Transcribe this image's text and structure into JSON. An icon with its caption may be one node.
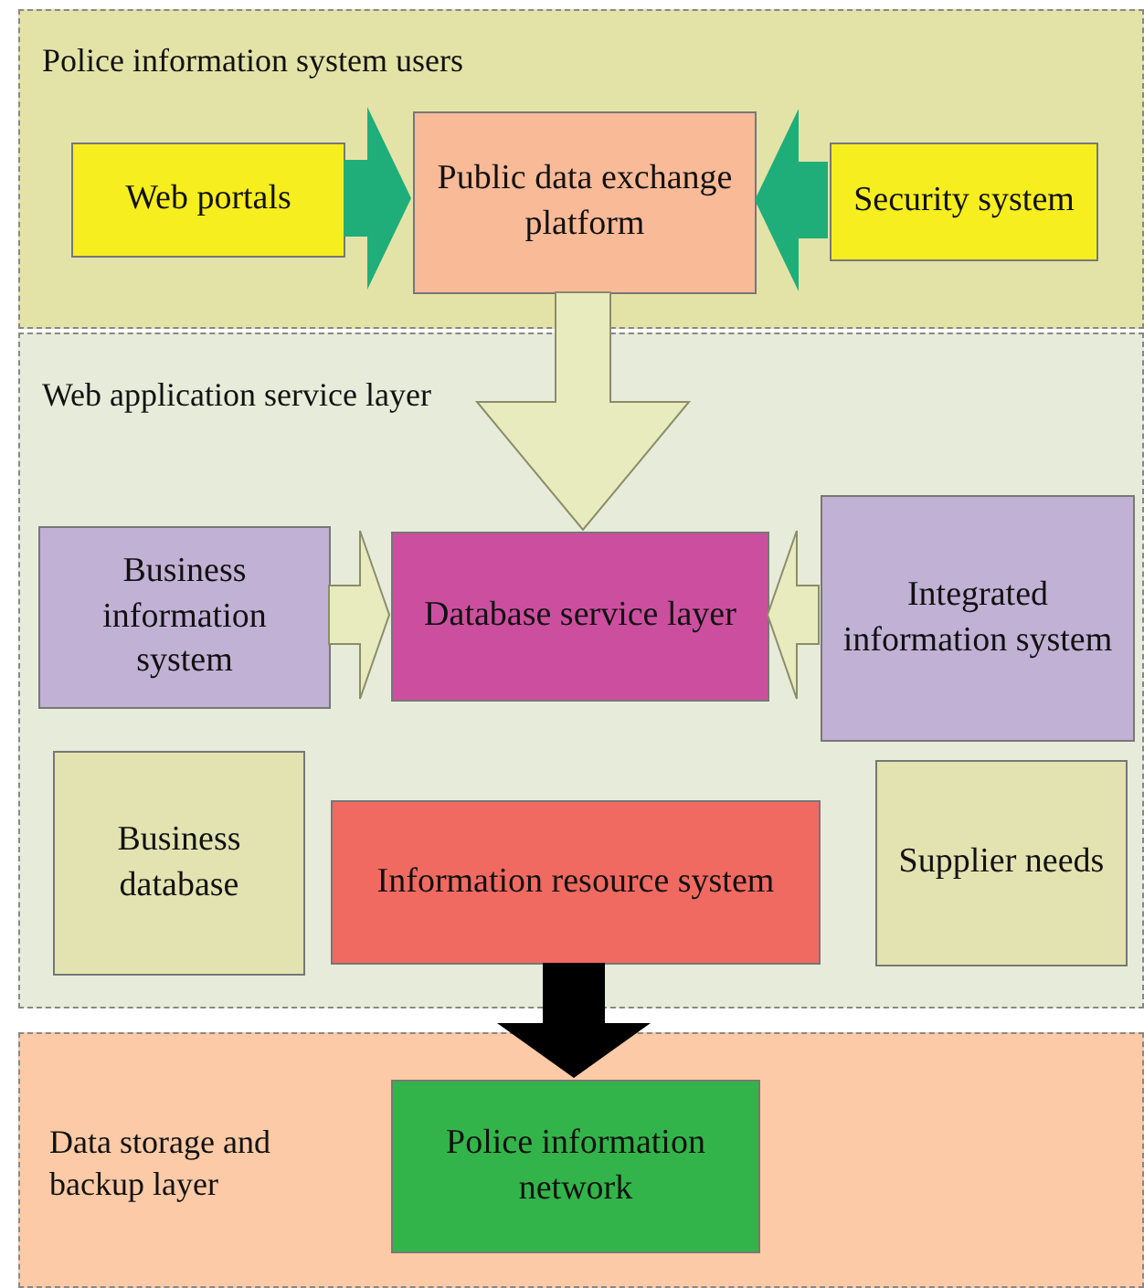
{
  "diagram": {
    "nodes": [
      {
        "text": [
          "Police information system users"
        ]
      },
      {
        "text": [
          "Web portals"
        ],
        "in": 0
      },
      {
        "text": [
          "Public data exchange platform"
        ],
        "in": 0
      },
      {
        "text": [
          "Security system"
        ],
        "in": 0
      },
      {
        "text": [
          "Web application service layer"
        ]
      },
      {
        "text": [
          "Business information system"
        ],
        "in": 4
      },
      {
        "text": [
          "Database service layer"
        ],
        "in": 4
      },
      {
        "text": [
          "Integrated information system"
        ],
        "in": 4
      },
      {
        "text": [
          "Business database"
        ],
        "in": 4
      },
      {
        "text": [
          "Information resource system"
        ],
        "in": 4
      },
      {
        "text": [
          "Supplier needs"
        ],
        "in": 4
      },
      {
        "text": [
          "Data storage and backup layer"
        ]
      },
      {
        "text": [
          "Police information network"
        ],
        "in": 11
      }
    ],
    "edges": [
      {
        "from": 1,
        "to": 2,
        "arrow": "to",
        "color": "#1fae7a"
      },
      {
        "from": 3,
        "to": 2,
        "arrow": "to",
        "color": "#1fae7a"
      },
      {
        "from": 2,
        "to": 6,
        "arrow": "to"
      },
      {
        "from": 5,
        "to": 6,
        "arrow": "to"
      },
      {
        "from": 7,
        "to": 6,
        "arrow": "to"
      },
      {
        "from": 9,
        "to": 12,
        "arrow": "to",
        "color": "#000000"
      }
    ]
  }
}
